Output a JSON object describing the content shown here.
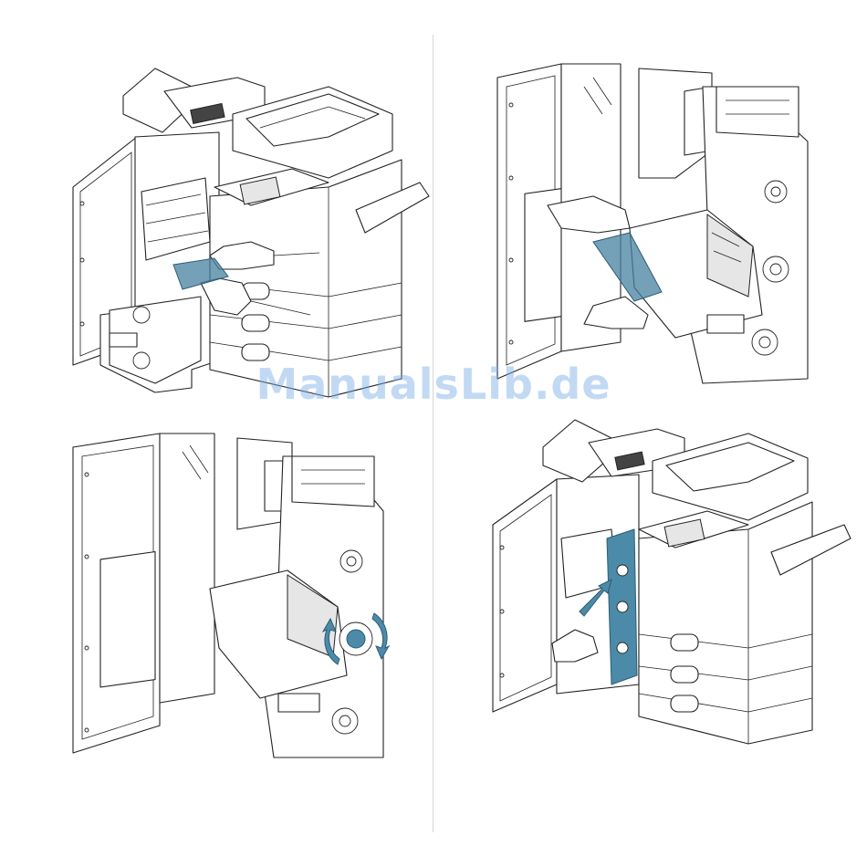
{
  "watermark": "ManualsLib.de",
  "colors": {
    "accent_blue": "#4b8aa8",
    "line": "#222222",
    "divider": "#d6d6d6"
  },
  "illustrations": [
    "open-finisher-door",
    "remove-jammed-paper",
    "turn-knob",
    "close-finisher"
  ]
}
